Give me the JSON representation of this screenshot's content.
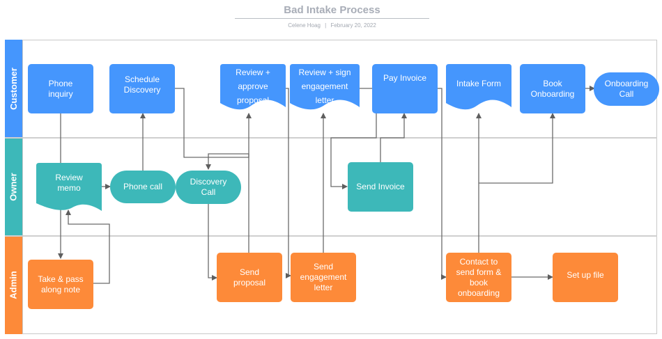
{
  "header": {
    "title": "Bad Intake Process",
    "author": "Celene Hoag",
    "separator": "|",
    "date": "February 20, 2022"
  },
  "colors": {
    "customer": "#4596fd",
    "owner": "#3db8b9",
    "admin": "#fd8a39",
    "connector": "#6b6b6b",
    "title": "#a8adb7"
  },
  "lanes": [
    {
      "id": "customer",
      "label": "Customer"
    },
    {
      "id": "owner",
      "label": "Owner"
    },
    {
      "id": "admin",
      "label": "Admin"
    }
  ],
  "nodes": {
    "phone_inquiry": {
      "label_1": "Phone",
      "label_2": "inquiry",
      "shape": "process",
      "lane": "customer"
    },
    "schedule_discovery": {
      "label_1": "Schedule",
      "label_2": "Discovery",
      "shape": "process",
      "lane": "customer"
    },
    "review_approve_proposal": {
      "label_1": "Review +",
      "label_2": "approve",
      "label_3": "proposal",
      "shape": "document",
      "lane": "customer"
    },
    "review_sign_letter": {
      "label_1": "Review + sign",
      "label_2": "engagement",
      "label_3": "letter",
      "shape": "document",
      "lane": "customer"
    },
    "pay_invoice": {
      "label_1": "Pay Invoice",
      "shape": "process",
      "lane": "customer"
    },
    "intake_form": {
      "label_1": "Intake Form",
      "shape": "document",
      "lane": "customer"
    },
    "book_onboarding": {
      "label_1": "Book",
      "label_2": "Onboarding",
      "shape": "process",
      "lane": "customer"
    },
    "onboarding_call": {
      "label_1": "Onboarding",
      "label_2": "Call",
      "shape": "terminator",
      "lane": "customer"
    },
    "review_memo": {
      "label_1": "Review",
      "label_2": "memo",
      "shape": "document",
      "lane": "owner"
    },
    "phone_call": {
      "label_1": "Phone call",
      "shape": "terminator",
      "lane": "owner"
    },
    "discovery_call": {
      "label_1": "Discovery",
      "label_2": "Call",
      "shape": "terminator",
      "lane": "owner"
    },
    "send_invoice": {
      "label_1": "Send Invoice",
      "shape": "process",
      "lane": "owner"
    },
    "take_pass_note": {
      "label_1": "Take & pass",
      "label_2": "along note",
      "shape": "process",
      "lane": "admin"
    },
    "send_proposal": {
      "label_1": "Send",
      "label_2": "proposal",
      "shape": "process",
      "lane": "admin"
    },
    "send_engagement_letter": {
      "label_1": "Send",
      "label_2": "engagement",
      "label_3": "letter",
      "shape": "process",
      "lane": "admin"
    },
    "contact_send_form": {
      "label_1": "Contact to",
      "label_2": "send form &",
      "label_3": "book",
      "label_4": "onboarding",
      "shape": "process",
      "lane": "admin"
    },
    "set_up_file": {
      "label_1": "Set up file",
      "shape": "process",
      "lane": "admin"
    }
  },
  "connections": [
    {
      "from": "phone_inquiry",
      "to": "take_pass_note"
    },
    {
      "from": "take_pass_note",
      "to": "review_memo"
    },
    {
      "from": "review_memo",
      "to": "phone_call"
    },
    {
      "from": "phone_call",
      "to": "schedule_discovery"
    },
    {
      "from": "schedule_discovery",
      "to": "discovery_call"
    },
    {
      "from": "discovery_call",
      "to": "send_proposal"
    },
    {
      "from": "send_proposal",
      "to": "review_approve_proposal"
    },
    {
      "from": "review_approve_proposal",
      "to": "send_engagement_letter"
    },
    {
      "from": "send_engagement_letter",
      "to": "review_sign_letter"
    },
    {
      "from": "review_sign_letter",
      "to": "send_invoice"
    },
    {
      "from": "send_invoice",
      "to": "pay_invoice"
    },
    {
      "from": "pay_invoice",
      "to": "contact_send_form"
    },
    {
      "from": "contact_send_form",
      "to": "intake_form"
    },
    {
      "from": "contact_send_form",
      "to": "book_onboarding"
    },
    {
      "from": "contact_send_form",
      "to": "set_up_file"
    },
    {
      "from": "book_onboarding",
      "to": "onboarding_call"
    }
  ]
}
